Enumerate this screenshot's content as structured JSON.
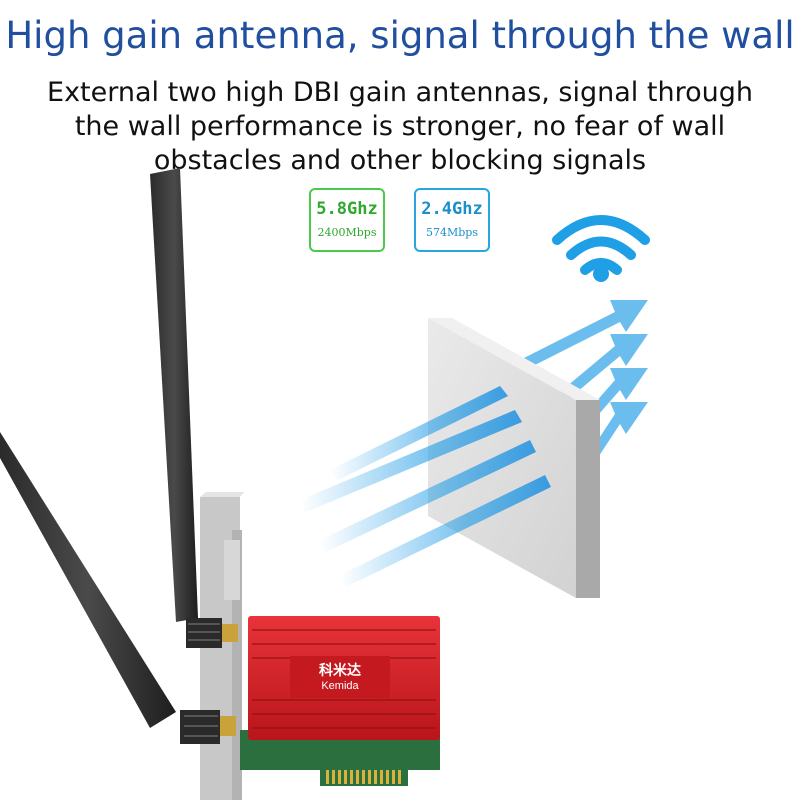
{
  "headline": "High gain antenna, signal through the wall",
  "subtitle": "External two high DBI gain antennas, signal through the wall performance is stronger, no fear of wall obstacles and other blocking signals",
  "bands": [
    {
      "freq": "5.8Ghz",
      "rate": "2400Mbps",
      "color": "#3cbf3a"
    },
    {
      "freq": "2.4Ghz",
      "rate": "574Mbps",
      "color": "#1f9ad6"
    }
  ],
  "card": {
    "brand_cn": "科米达",
    "brand_en": "Kemida",
    "heatsink_color": "#d81e24"
  },
  "icons": {
    "wifi": "wifi-icon",
    "signal": "signal-arrows"
  }
}
